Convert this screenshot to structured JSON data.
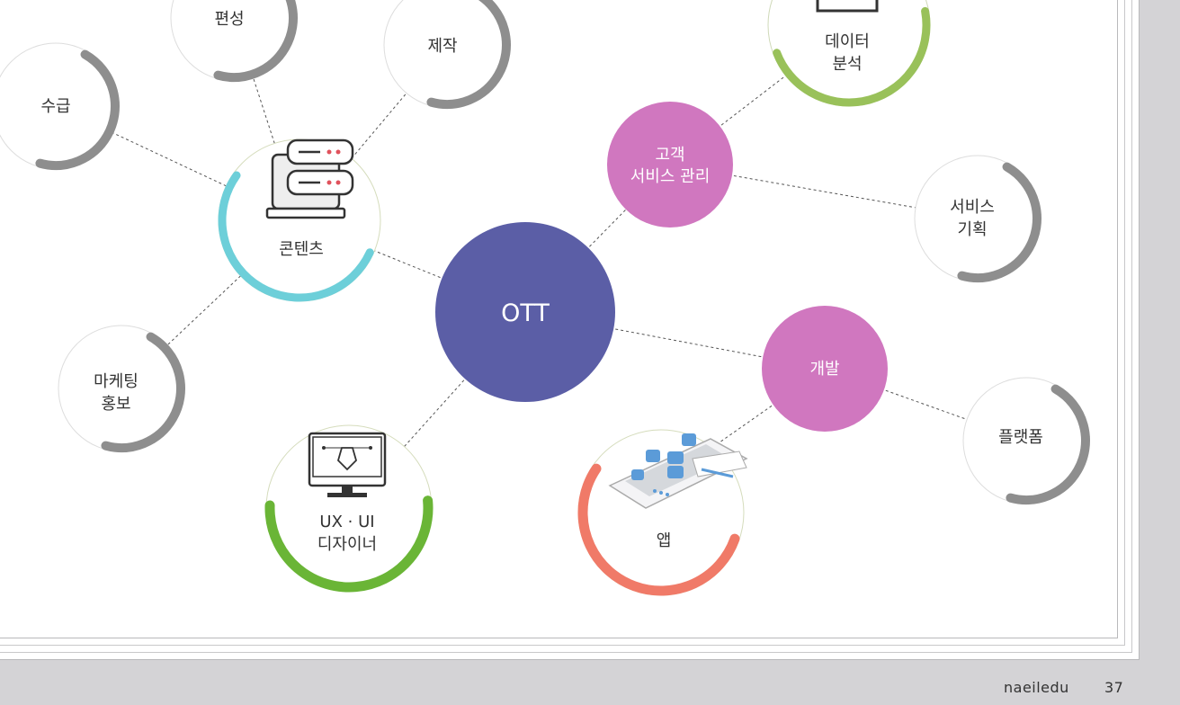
{
  "center": {
    "label": "OTT",
    "color": "#5b5ea6"
  },
  "nodes": {
    "pyeonseong": {
      "label": "편성"
    },
    "jejak": {
      "label": "제작"
    },
    "sugeup": {
      "label": "수급"
    },
    "data_analysis": {
      "line1": "데이터",
      "line2": "분석"
    },
    "customer_service": {
      "line1": "고객",
      "line2": "서비스 관리"
    },
    "service_planning": {
      "line1": "서비스",
      "line2": "기획"
    },
    "contents": {
      "label": "콘텐츠"
    },
    "development": {
      "label": "개발"
    },
    "platform": {
      "label": "플랫폼"
    },
    "marketing": {
      "line1": "마케팅",
      "line2": "홍보"
    },
    "ux_ui": {
      "line1": "UX · UI",
      "line2": "디자이너"
    },
    "app": {
      "label": "앱"
    }
  },
  "colors": {
    "gray_arc": "#8e8e8e",
    "pink": "#d077bf",
    "cyan": "#6dcfd9",
    "green": "#6ab536",
    "light_green": "#99c15a",
    "salmon": "#f07a68"
  },
  "footer": {
    "brand": "naeiledu",
    "page_number": "37"
  }
}
